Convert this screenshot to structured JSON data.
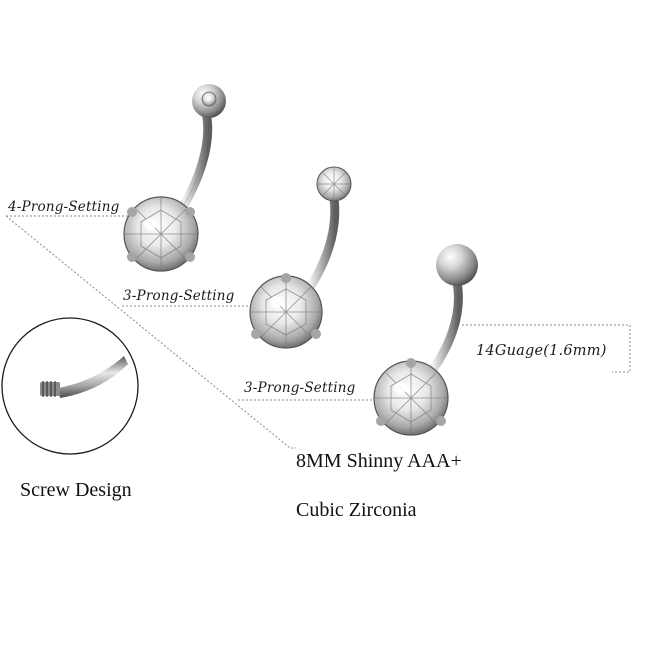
{
  "labels": {
    "prong_setting_1": "4-Prong-Setting",
    "prong_setting_2": "3-Prong-Setting",
    "prong_setting_3": "3-Prong-Setting",
    "gauge": "14Guage(1.6mm)",
    "stone_line1": "8MM Shinny AAA+",
    "stone_line2": "Cubic Zirconia",
    "screw": "Screw Design"
  },
  "colors": {
    "background": "#ffffff",
    "steel": "#9a9a9a",
    "leader_line": "#8a8a8a",
    "text": "#111111"
  }
}
